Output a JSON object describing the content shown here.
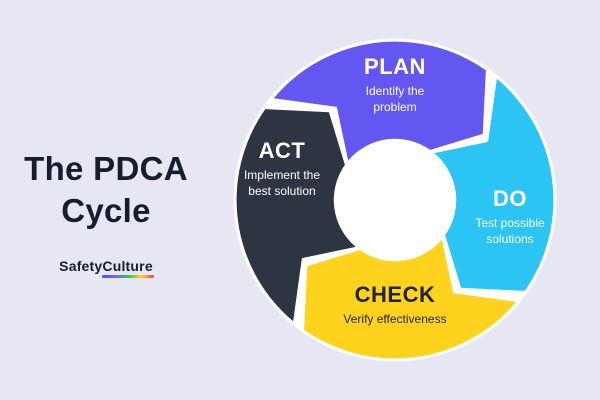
{
  "page": {
    "background_color": "#e6e7f2",
    "title_line1": "The PDCA",
    "title_line2": "Cycle"
  },
  "logo": {
    "part1": "Safety",
    "part2": "Culture",
    "text_color": "#171d2e",
    "underline_colors": [
      "#3d5af1",
      "#7b5cf0",
      "#22c55e",
      "#ffd31d",
      "#f43f5e"
    ]
  },
  "diagram": {
    "name": "PDCA cycle",
    "center_fill": "#ffffff",
    "flow": "clockwise",
    "segments": [
      {
        "label": "PLAN",
        "description": "Identify the problem",
        "color": "#6456f1",
        "text_color": "#ffffff",
        "position": "top"
      },
      {
        "label": "DO",
        "description": "Test possible solutions",
        "color": "#2bc4f3",
        "text_color": "#ffffff",
        "position": "right"
      },
      {
        "label": "CHECK",
        "description": "Verify effectiveness",
        "color": "#ffd31d",
        "text_color": "#1d2433",
        "position": "bottom"
      },
      {
        "label": "ACT",
        "description": "Implement the best solution",
        "color": "#2d3442",
        "text_color": "#ffffff",
        "position": "left"
      }
    ]
  }
}
